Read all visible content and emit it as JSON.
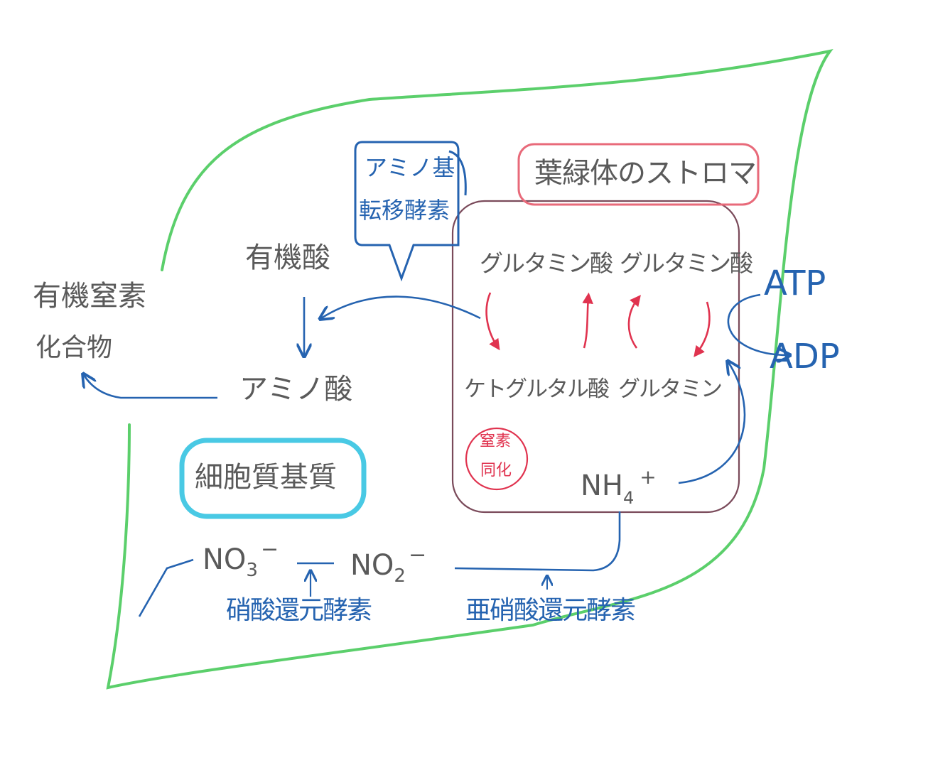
{
  "colors": {
    "leaf": "#5bcf6b",
    "stroma_box": "#7a4a5a",
    "stroma_label_border": "#e86a7a",
    "cytoplasm_label_border": "#49c9e4",
    "enzyme_blue": "#2563b0",
    "reaction_red": "#e0334f",
    "text_gray": "#5a5a5a"
  },
  "labels": {
    "stroma": "葉緑体のストロマ",
    "cytoplasm": "細胞質基質",
    "aminotransferase_line1": "アミノ基",
    "aminotransferase_line2": "転移酵素",
    "organic_acid": "有機酸",
    "amino_acid": "アミノ酸",
    "organic_n_line1": "有機窒素",
    "organic_n_line2": "化合物",
    "glutamate_1": "グルタミン酸",
    "glutamate_2": "グルタミン酸",
    "ketoglutarate": "ケトグルタル酸",
    "glutamine": "グルタミン",
    "n_assim_line1": "窒素",
    "n_assim_line2": "同化",
    "nh4": "NH",
    "nh4_sub": "4",
    "nh4_sup": "+",
    "atp": "ATP",
    "adp": "ADP",
    "no3": "NO",
    "no3_sub": "3",
    "no3_sup": "−",
    "no2": "NO",
    "no2_sub": "2",
    "no2_sup": "−",
    "nitrate_reductase": "硝酸還元酵素",
    "nitrite_reductase": "亜硝酸還元酵素"
  }
}
